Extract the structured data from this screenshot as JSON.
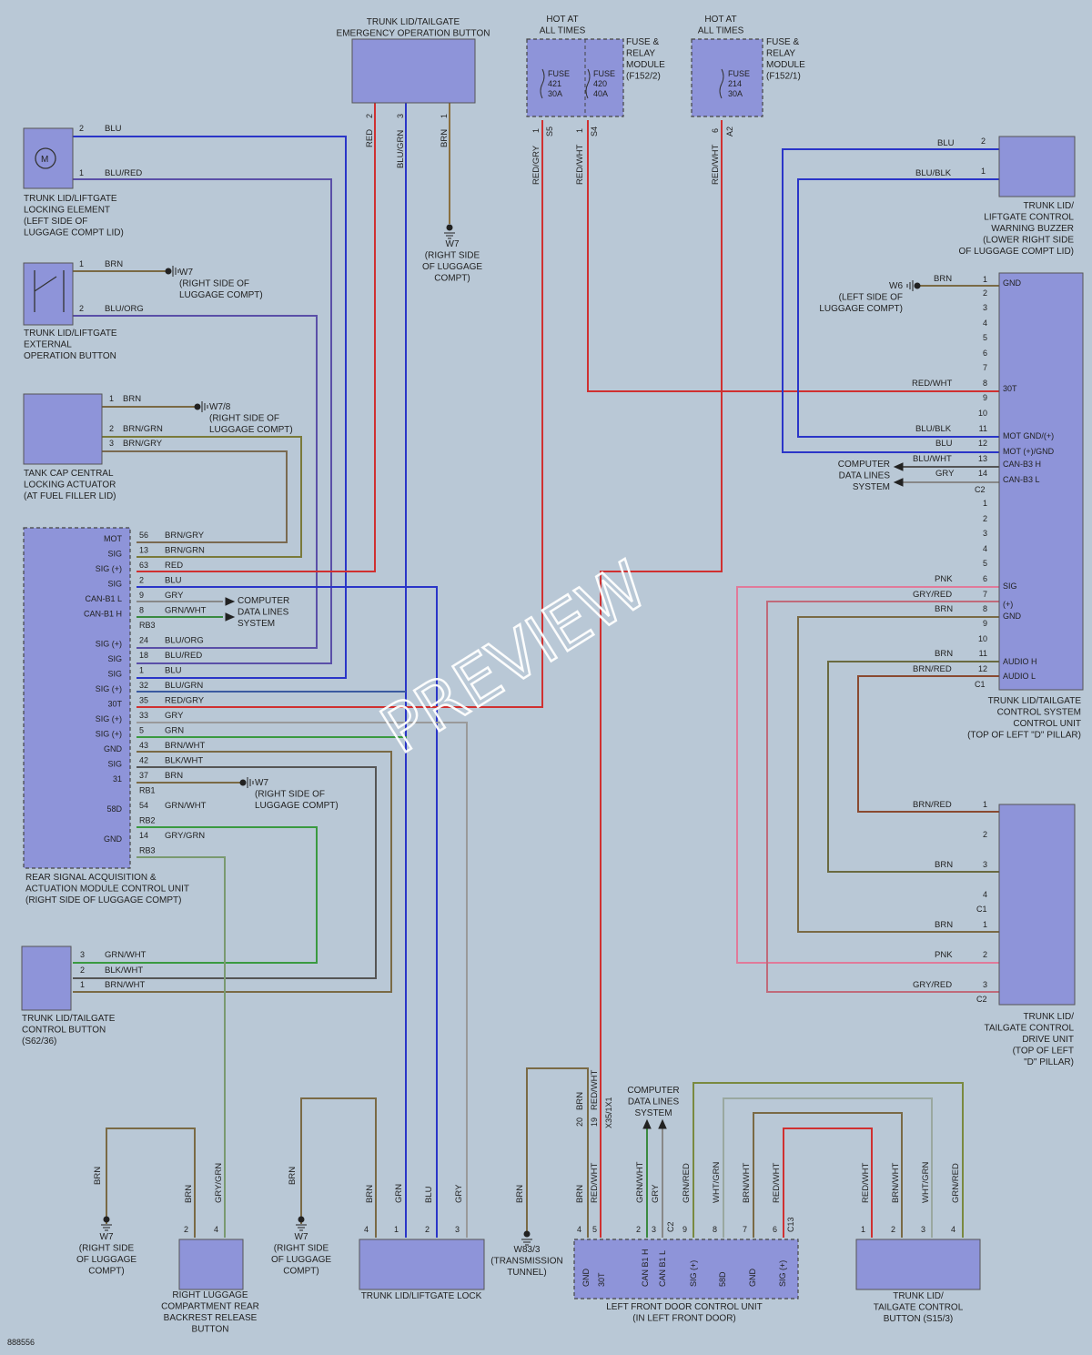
{
  "diagram_id": "888556",
  "watermark": "PREVIEW",
  "top_components": {
    "emergency_button": [
      "TRUNK LID/TAILGATE",
      "EMERGENCY OPERATION BUTTON"
    ],
    "hot_a": [
      "HOT AT",
      "ALL TIMES"
    ],
    "hot_b": [
      "HOT AT",
      "ALL TIMES"
    ],
    "fuse_module_2": [
      "FUSE &",
      "RELAY",
      "MODULE",
      "(F152/2)"
    ],
    "fuse_module_1": [
      "FUSE &",
      "RELAY",
      "MODULE",
      "(F152/1)"
    ],
    "fuse_421": [
      "FUSE",
      "421",
      "30A"
    ],
    "fuse_420": [
      "FUSE",
      "420",
      "40A"
    ],
    "fuse_214": [
      "FUSE",
      "214",
      "30A"
    ],
    "ground_w7": [
      "W7",
      "(RIGHT SIDE",
      "OF LUGGAGE",
      "COMPT)"
    ]
  },
  "left_components": {
    "locking_element": [
      "TRUNK LID/LIFTGATE",
      "LOCKING ELEMENT",
      "(LEFT SIDE OF",
      "LUGGAGE COMPT LID)"
    ],
    "external_button": [
      "TRUNK LID/LIFTGATE",
      "EXTERNAL",
      "OPERATION BUTTON"
    ],
    "tank_cap": [
      "TANK CAP CENTRAL",
      "LOCKING ACTUATOR",
      "(AT FUEL FILLER LID)"
    ],
    "rear_module": [
      "REAR SIGNAL ACQUISITION &",
      "ACTUATION MODULE CONTROL UNIT",
      "(RIGHT SIDE OF LUGGAGE COMPT)"
    ],
    "control_button": [
      "TRUNK LID/TAILGATE",
      "CONTROL BUTTON",
      "(S62/36)"
    ],
    "w7_a": [
      "W7",
      "(RIGHT SIDE OF",
      "LUGGAGE COMPT)"
    ],
    "w78": [
      "W7/8",
      "(RIGHT SIDE OF",
      "LUGGAGE COMPT)"
    ],
    "w7_b": [
      "W7",
      "(RIGHT SIDE OF",
      "LUGGAGE COMPT)"
    ],
    "computer_lines": [
      "COMPUTER",
      "DATA LINES",
      "SYSTEM"
    ]
  },
  "right_components": {
    "buzzer": [
      "TRUNK LID/",
      "LIFTGATE CONTROL",
      "WARNING BUZZER",
      "(LOWER RIGHT SIDE",
      "OF LUGGAGE COMPT LID)"
    ],
    "w6": [
      "W6",
      "(LEFT SIDE OF",
      "LUGGAGE COMPT)"
    ],
    "control_unit": [
      "TRUNK LID/TAILGATE",
      "CONTROL SYSTEM",
      "CONTROL UNIT",
      "(TOP OF LEFT \"D\" PILLAR)"
    ],
    "drive_unit": [
      "TRUNK LID/",
      "TAILGATE CONTROL",
      "DRIVE UNIT",
      "(TOP OF LEFT",
      "\"D\" PILLAR)"
    ],
    "computer_lines": [
      "COMPUTER",
      "DATA LINES",
      "SYSTEM"
    ],
    "unit_pins": [
      "GND",
      "30T",
      "MOT GND/(+)",
      "MOT (+)/GND",
      "CAN-B3 H",
      "CAN-B3 L",
      "SIG",
      "(+)",
      "GND",
      "AUDIO H",
      "AUDIO L"
    ]
  },
  "rear_module_pins": [
    {
      "label": "MOT",
      "pin": "56",
      "wire": "BRN/GRY"
    },
    {
      "label": "SIG",
      "pin": "13",
      "wire": "BRN/GRN"
    },
    {
      "label": "SIG (+)",
      "pin": "63",
      "wire": "RED"
    },
    {
      "label": "SIG",
      "pin": "2",
      "wire": "BLU"
    },
    {
      "label": "CAN-B1 L",
      "pin": "9",
      "wire": "GRY"
    },
    {
      "label": "CAN-B1 H",
      "pin": "8",
      "wire": "GRN/WHT"
    },
    {
      "label": "",
      "pin": "RB3",
      "wire": ""
    },
    {
      "label": "SIG (+)",
      "pin": "24",
      "wire": "BLU/ORG"
    },
    {
      "label": "SIG",
      "pin": "18",
      "wire": "BLU/RED"
    },
    {
      "label": "SIG",
      "pin": "1",
      "wire": "BLU"
    },
    {
      "label": "SIG (+)",
      "pin": "32",
      "wire": "BLU/GRN"
    },
    {
      "label": "30T",
      "pin": "35",
      "wire": "RED/GRY"
    },
    {
      "label": "SIG (+)",
      "pin": "33",
      "wire": "GRY"
    },
    {
      "label": "SIG (+)",
      "pin": "5",
      "wire": "GRN"
    },
    {
      "label": "GND",
      "pin": "43",
      "wire": "BRN/WHT"
    },
    {
      "label": "SIG",
      "pin": "42",
      "wire": "BLK/WHT"
    },
    {
      "label": "31",
      "pin": "37",
      "wire": "BRN"
    },
    {
      "label": "",
      "pin": "RB1",
      "wire": ""
    },
    {
      "label": "58D",
      "pin": "54",
      "wire": "GRN/WHT"
    },
    {
      "label": "",
      "pin": "RB2",
      "wire": ""
    },
    {
      "label": "GND",
      "pin": "14",
      "wire": "GRY/GRN"
    },
    {
      "label": "",
      "pin": "RB3",
      "wire": ""
    }
  ],
  "bottom_components": {
    "w7_left": [
      "W7",
      "(RIGHT SIDE",
      "OF LUGGAGE",
      "COMPT)"
    ],
    "backrest": [
      "RIGHT LUGGAGE",
      "COMPARTMENT REAR",
      "BACKREST RELEASE",
      "BUTTON"
    ],
    "w7_mid": [
      "W7",
      "(RIGHT SIDE",
      "OF LUGGAGE",
      "COMPT)"
    ],
    "lock": [
      "TRUNK LID/LIFTGATE LOCK"
    ],
    "w83": [
      "W83/3",
      "(TRANSMISSION",
      "TUNNEL)"
    ],
    "door_unit": [
      "LEFT FRONT DOOR CONTROL UNIT",
      "(IN LEFT FRONT DOOR)"
    ],
    "door_pins": [
      "GND",
      "30T",
      "CAN B1 H",
      "CAN B1 L",
      "SIG (+)",
      "58D",
      "GND",
      "SIG (+)"
    ],
    "computer_lines": [
      "COMPUTER",
      "DATA LINES",
      "SYSTEM"
    ],
    "tailgate_button": [
      "TRUNK LID/",
      "TAILGATE CONTROL",
      "BUTTON (S15/3)"
    ]
  }
}
